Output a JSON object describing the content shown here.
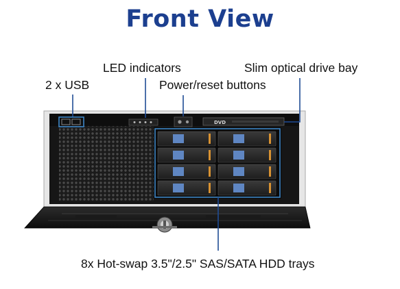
{
  "title": "Front View",
  "labels": {
    "usb": "2 x USB",
    "led": "LED indicators",
    "power": "Power/reset buttons",
    "optical": "Slim optical drive bay",
    "hdd": "8x Hot-swap 3.5\"/2.5\" SAS/SATA HDD trays"
  },
  "dvd_logo": "DVD",
  "colors": {
    "title": "#1c3f8f",
    "callout": "#1f4c95",
    "hdd_highlight": "#3e86c6"
  }
}
